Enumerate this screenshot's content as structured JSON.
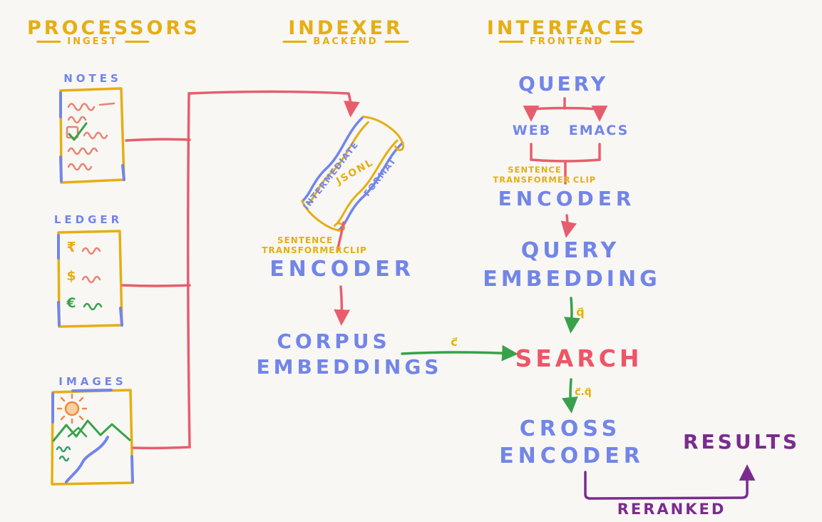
{
  "colors": {
    "yellow": "#e6ae12",
    "blue": "#7285e8",
    "red_arrow": "#e85d6d",
    "red_text": "#ee5567",
    "salmon": "#e8836f",
    "green": "#37a24a",
    "purple": "#7b2b8f",
    "background": "#f8f7f4"
  },
  "headers": {
    "processors": {
      "title": "PROCESSORS",
      "subtitle": "INGEST"
    },
    "indexer": {
      "title": "INDEXER",
      "subtitle": "BACKEND"
    },
    "interfaces": {
      "title": "INTERFACES",
      "subtitle": "FRONTEND"
    }
  },
  "processors": {
    "notes_label": "NOTES",
    "ledger_label": "LEDGER",
    "images_label": "IMAGES",
    "ledger_currency_1": "₹",
    "ledger_currency_2": "$",
    "ledger_currency_3": "€"
  },
  "indexer": {
    "scroll_left": "INTERMEDIATE",
    "scroll_center": "JSONL",
    "scroll_right": "FORMAT",
    "model_line1": "SENTENCE",
    "model_line2": "TRANSFORMER",
    "model_clip": "CLIP",
    "encoder": "ENCODER",
    "corpus_line1": "CORPUS",
    "corpus_line2": "EMBEDDINGS"
  },
  "interfaces": {
    "query": "QUERY",
    "web": "WEB",
    "emacs": "EMACS",
    "model_line1": "SENTENCE",
    "model_line2": "TRANSFORMER",
    "model_clip": "CLIP",
    "encoder": "ENCODER",
    "query_embedding_line1": "QUERY",
    "query_embedding_line2": "EMBEDDING",
    "search": "SEARCH",
    "cross_line1": "CROSS",
    "cross_line2": "ENCODER",
    "results": "RESULTS",
    "reranked": "RERANKED"
  },
  "edge_labels": {
    "corpus_vector": "c⃗",
    "query_vector": "q⃗",
    "dot_product": "c⃗.q⃗"
  }
}
